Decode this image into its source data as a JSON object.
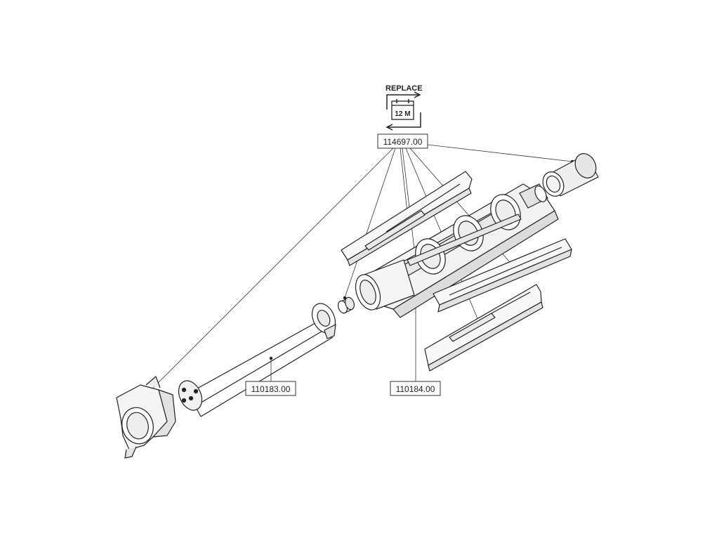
{
  "replace_badge": {
    "label": "REPLACE",
    "interval": "12 M",
    "icon": "calendar-icon"
  },
  "part_labels": {
    "top": "114697.00",
    "left": "110183.00",
    "middle": "110184.00"
  },
  "colors": {
    "line": "#222222",
    "part_fill": "#f7f7f7",
    "shade": "#dcdcdc",
    "label_border": "#333333"
  }
}
